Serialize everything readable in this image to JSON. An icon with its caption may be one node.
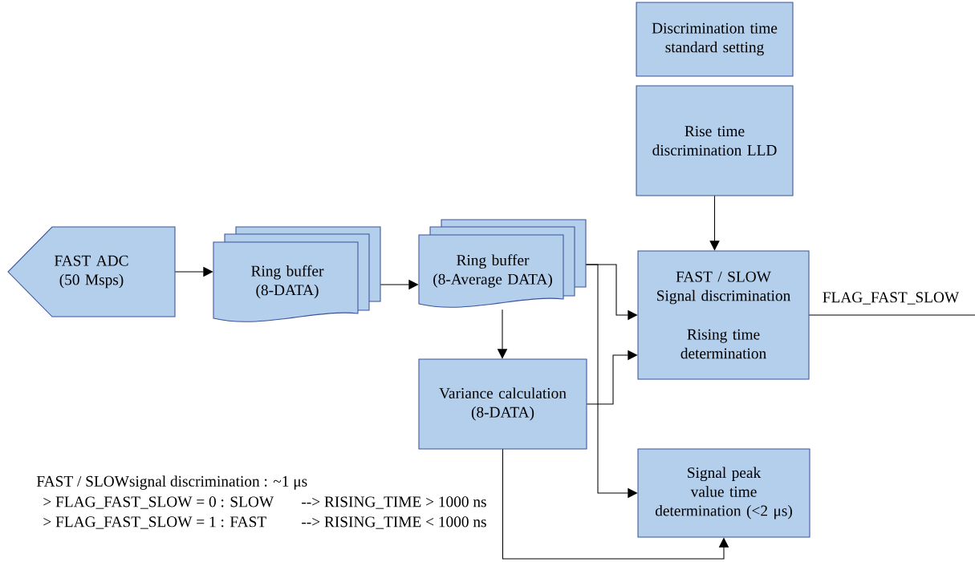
{
  "diagram": {
    "nodes": [
      {
        "text": [
          "Discrimination time standard setting"
        ]
      },
      {
        "text": [
          "Rise time discrimination LLD"
        ]
      },
      {
        "text": [
          "FAST ADC (50 Msps)"
        ]
      },
      {
        "text": [
          "Ring buffer (8-DATA)"
        ]
      },
      {
        "text": [
          "Ring buffer (8-Average DATA)"
        ]
      },
      {
        "text": [
          "FAST / SLOW Signal discrimination",
          "Rising time determination"
        ]
      },
      {
        "text": [
          "Variance calculation (8-DATA)"
        ]
      },
      {
        "text": [
          "Signal peak value time determination (<2 μs)"
        ]
      }
    ],
    "edges": [
      {
        "from": 2,
        "to": 3,
        "arrow": "to"
      },
      {
        "from": 3,
        "to": 4,
        "arrow": "to"
      },
      {
        "from": 1,
        "to": 5,
        "arrow": "to"
      },
      {
        "from": 4,
        "to": 6,
        "arrow": "to"
      },
      {
        "from": 4,
        "to": 5,
        "arrow": "to"
      },
      {
        "from": 6,
        "to": 5,
        "arrow": "to"
      },
      {
        "from": 4,
        "to": 7,
        "arrow": "to"
      },
      {
        "from": 6,
        "to": 7,
        "arrow": "to"
      },
      {
        "from": 5,
        "to": null,
        "arrow": "none",
        "label": "FLAG_FAST_SLOW"
      }
    ],
    "labels": [
      "FAST / SLOWsignal discrimination : ~1 μs",
      "> FLAG_FAST_SLOW = 0 : SLOW",
      "--> RISING_TIME > 1000 ns",
      "> FLAG_FAST_SLOW = 1 : FAST",
      "--> RISING_TIME < 1000 ns"
    ]
  }
}
